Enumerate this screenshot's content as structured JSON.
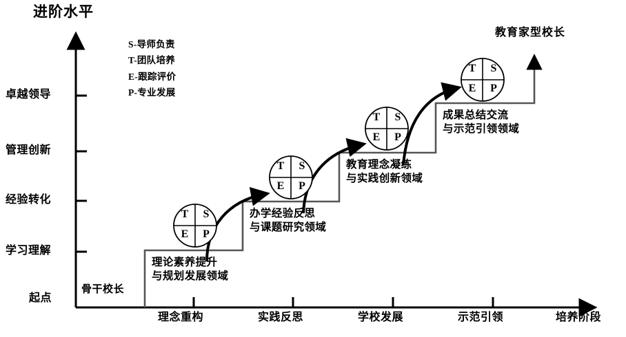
{
  "diagram": {
    "y_axis": {
      "title": "进阶水平",
      "ticks": [
        {
          "label": "卓越领导"
        },
        {
          "label": "管理创新"
        },
        {
          "label": "经验转化"
        },
        {
          "label": "学习理解"
        },
        {
          "label": "起点"
        }
      ]
    },
    "x_axis": {
      "title": "培养阶段",
      "ticks": [
        {
          "label": "理念重构"
        },
        {
          "label": "实践反思"
        },
        {
          "label": "学校发展"
        },
        {
          "label": "示范引领"
        }
      ]
    },
    "legend": {
      "items": [
        {
          "key": "S",
          "sep": "-",
          "label": "导师负责"
        },
        {
          "key": "T",
          "sep": "-",
          "label": "团队培养"
        },
        {
          "key": "E",
          "sep": "-",
          "label": "跟踪评价"
        },
        {
          "key": "P",
          "sep": "-",
          "label": "专业发展"
        }
      ]
    },
    "start_label": "骨干校长",
    "goal_label": "教育家型校长",
    "node_letters": {
      "top_left": "T",
      "top_right": "S",
      "bottom_left": "E",
      "bottom_right": "P"
    },
    "steps": [
      {
        "id": "step-1",
        "domain_line1": "理论素养提升",
        "domain_line2": "与规划发展领域"
      },
      {
        "id": "step-2",
        "domain_line1": "办学经验反思",
        "domain_line2": "与课题研究领域"
      },
      {
        "id": "step-3",
        "domain_line1": "教育理念凝练",
        "domain_line2": "与实践创新领域"
      },
      {
        "id": "step-4",
        "domain_line1": "成果总结交流",
        "domain_line2": "与示范引领领域"
      }
    ],
    "colors": {
      "line": "#000000",
      "step": "#555555",
      "text": "#000000",
      "background": "#ffffff"
    }
  }
}
